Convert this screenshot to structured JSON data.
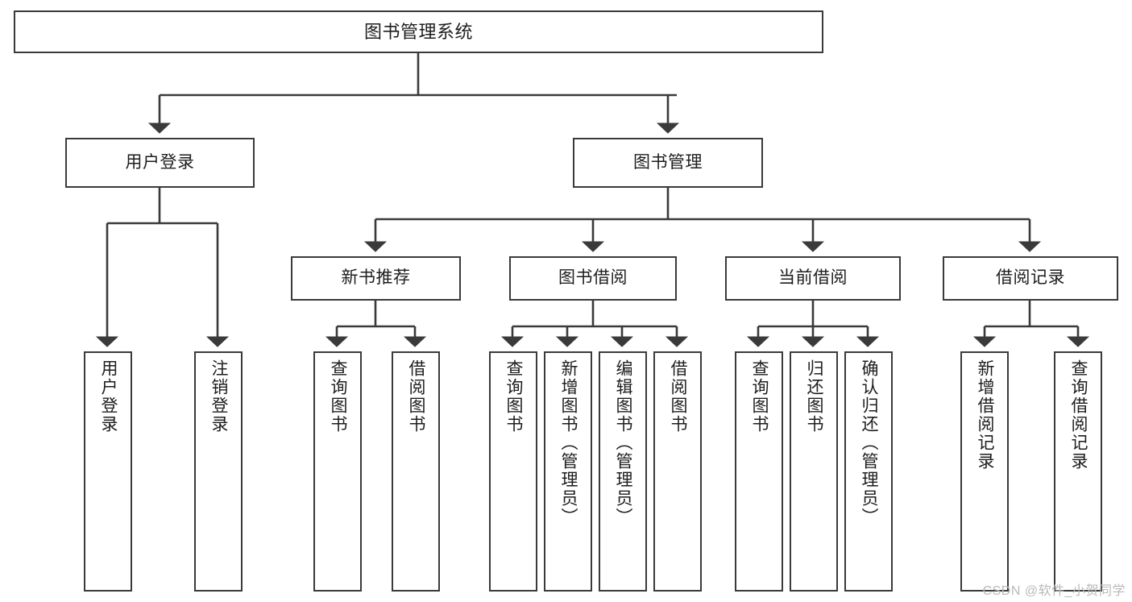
{
  "diagram": {
    "type": "tree-flowchart",
    "title": "图书管理系统",
    "root": {
      "id": "root",
      "label": "图书管理系统"
    },
    "level2": [
      {
        "id": "user-login",
        "label": "用户登录"
      },
      {
        "id": "book-manage",
        "label": "图书管理"
      }
    ],
    "level3": [
      {
        "id": "new-book-rec",
        "label": "新书推荐"
      },
      {
        "id": "book-borrow",
        "label": "图书借阅"
      },
      {
        "id": "current-borrow",
        "label": "当前借阅"
      },
      {
        "id": "borrow-record",
        "label": "借阅记录"
      }
    ],
    "leaves": [
      {
        "id": "leaf-user-login",
        "label": "用户登录",
        "parent": "user-login"
      },
      {
        "id": "leaf-logout-login",
        "label": "注销登录",
        "parent": "user-login"
      },
      {
        "id": "leaf-query-book-1",
        "label": "查询图书",
        "parent": "new-book-rec"
      },
      {
        "id": "leaf-borrow-book-1",
        "label": "借阅图书",
        "parent": "new-book-rec"
      },
      {
        "id": "leaf-query-book-2",
        "label": "查询图书",
        "parent": "book-borrow"
      },
      {
        "id": "leaf-add-book",
        "label": "新增图书（管理员）",
        "parent": "book-borrow"
      },
      {
        "id": "leaf-edit-book",
        "label": "编辑图书（管理员）",
        "parent": "book-borrow"
      },
      {
        "id": "leaf-borrow-book-2",
        "label": "借阅图书",
        "parent": "book-borrow"
      },
      {
        "id": "leaf-query-book-3",
        "label": "查询图书",
        "parent": "current-borrow"
      },
      {
        "id": "leaf-return-book",
        "label": "归还图书",
        "parent": "current-borrow"
      },
      {
        "id": "leaf-confirm-return",
        "label": "确认归还（管理员）",
        "parent": "current-borrow"
      },
      {
        "id": "leaf-add-record",
        "label": "新增借阅记录",
        "parent": "borrow-record"
      },
      {
        "id": "leaf-query-record",
        "label": "查询借阅记录",
        "parent": "borrow-record"
      }
    ],
    "colors": {
      "stroke": "#3a3a3a",
      "fill": "#ffffff",
      "text": "#1d1d1d",
      "watermark": "#b9b9b9"
    }
  },
  "watermark": {
    "text": "CSDN @软件_小贺同学"
  }
}
